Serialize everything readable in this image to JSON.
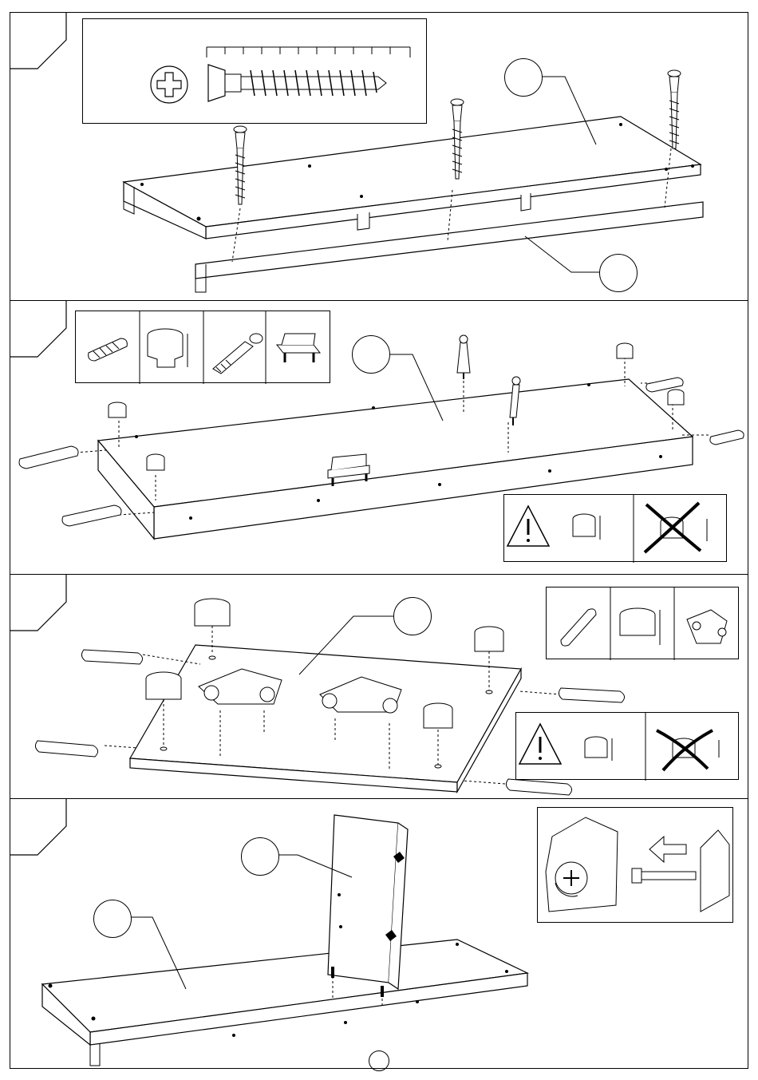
{
  "document": {
    "type": "furniture-assembly-instructions",
    "page_number": "",
    "steps": [
      {
        "number": "",
        "parts": [
          "screw"
        ],
        "callouts": [
          "",
          ""
        ]
      },
      {
        "number": "",
        "parts": [
          "dowel",
          "cam-lock",
          "cam-bolt",
          "handle"
        ],
        "callouts": [
          ""
        ],
        "warning": "cam-lock-orientation"
      },
      {
        "number": "",
        "parts": [
          "dowel",
          "cam-lock",
          "hinge-plate"
        ],
        "callouts": [
          ""
        ],
        "warning": "cam-lock-orientation"
      },
      {
        "number": "",
        "parts": [
          "screwdriver"
        ],
        "callouts": [
          "",
          ""
        ]
      }
    ]
  },
  "colors": {
    "line": "#000000",
    "background": "#ffffff"
  }
}
